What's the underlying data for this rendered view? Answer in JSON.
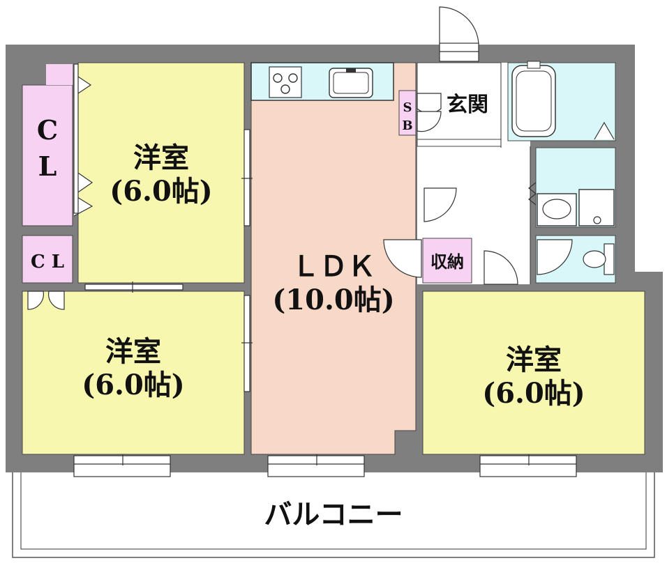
{
  "rooms": {
    "western_top_left": {
      "name": "洋室",
      "size": "(6.0帖)"
    },
    "western_bottom_left": {
      "name": "洋室",
      "size": "(6.0帖)"
    },
    "western_right": {
      "name": "洋室",
      "size": "(6.0帖)"
    },
    "ldk": {
      "name": "ＬＤＫ",
      "size": "(10.0帖)"
    },
    "entrance": {
      "name": "玄関"
    },
    "storage": {
      "name": "収納"
    },
    "shoe_box_top": "S",
    "shoe_box_bottom": "B",
    "closet_tall_top": "C",
    "closet_tall_bottom": "L",
    "closet_small": "C L",
    "balcony": "バルコニー"
  },
  "colors": {
    "wall": "#7f7f7f",
    "western_room": "#f7f7b0",
    "ldk": "#f8d8c6",
    "closet": "#f8d2f3",
    "wet_area": "#d9f7f9",
    "hall": "#ffffff"
  },
  "icons": [
    "stove-icon",
    "sink-icon",
    "bathtub-icon",
    "washbasin-icon",
    "washing-machine-pan-icon",
    "toilet-icon",
    "door-swing-icon",
    "window-icon"
  ]
}
